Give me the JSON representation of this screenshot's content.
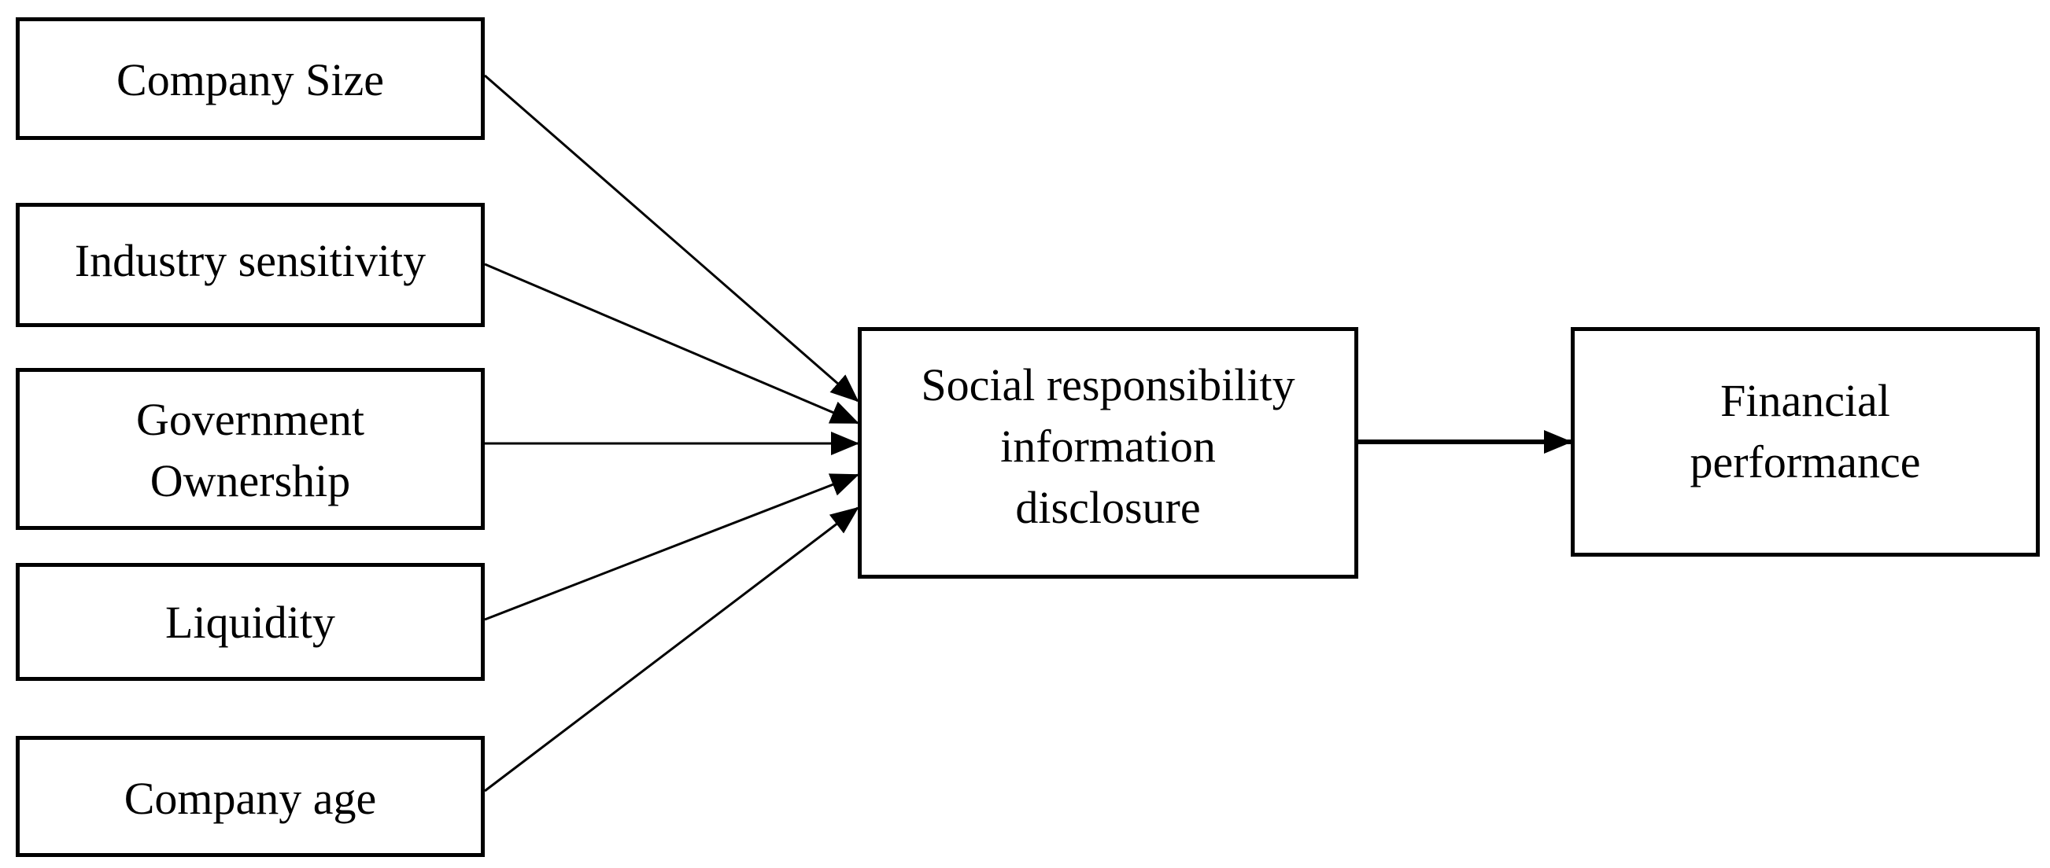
{
  "diagram": {
    "type": "flow",
    "stroke_color": "#000000",
    "background_color": "#ffffff",
    "nodes": {
      "company_size": {
        "lines": [
          "Company Size"
        ]
      },
      "industry_sensitivity": {
        "lines": [
          "Industry sensitivity"
        ]
      },
      "government_ownership": {
        "lines": [
          "Government",
          "Ownership"
        ]
      },
      "liquidity": {
        "lines": [
          "Liquidity"
        ]
      },
      "company_age": {
        "lines": [
          "Company age"
        ]
      },
      "social_responsibility": {
        "lines": [
          "Social responsibility",
          "information",
          "disclosure"
        ]
      },
      "financial_performance": {
        "lines": [
          "Financial",
          "performance"
        ]
      }
    },
    "edges": [
      {
        "from": "company_size",
        "to": "social_responsibility"
      },
      {
        "from": "industry_sensitivity",
        "to": "social_responsibility"
      },
      {
        "from": "government_ownership",
        "to": "social_responsibility"
      },
      {
        "from": "liquidity",
        "to": "social_responsibility"
      },
      {
        "from": "company_age",
        "to": "social_responsibility"
      },
      {
        "from": "social_responsibility",
        "to": "financial_performance"
      }
    ]
  }
}
